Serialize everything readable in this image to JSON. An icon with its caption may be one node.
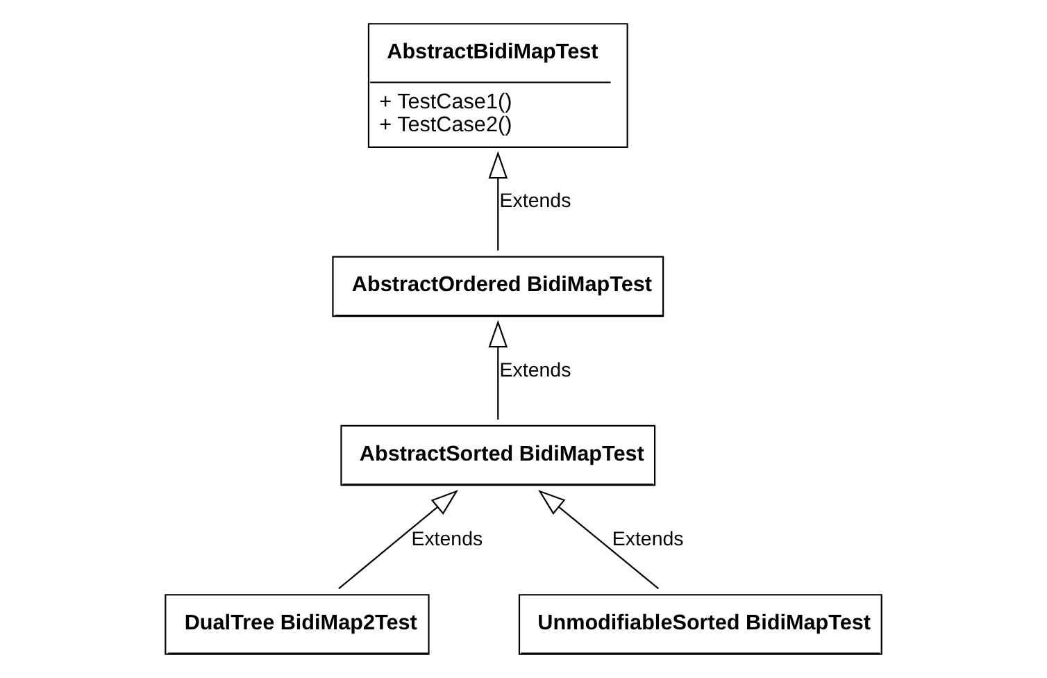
{
  "diagram": {
    "nodes": [
      {
        "text": [
          "AbstractBidiMapTest",
          "+ TestCase1()",
          "+ TestCase2()"
        ]
      },
      {
        "text": [
          "AbstractOrdered BidiMapTest"
        ]
      },
      {
        "text": [
          "DualTree BidiMap2Test"
        ]
      },
      {
        "text": [
          "AbstractSorted BidiMapTest"
        ]
      },
      {
        "text": [
          "UnmodifiableSorted BidiMapTest"
        ]
      }
    ],
    "edges": [
      {
        "from": 1,
        "to": 0,
        "arrow": "to",
        "label": "Extends"
      },
      {
        "from": 3,
        "to": 1,
        "arrow": "to",
        "label": "Extends"
      },
      {
        "from": 2,
        "to": 3,
        "arrow": "to",
        "label": "Extends"
      },
      {
        "from": 4,
        "to": 3,
        "arrow": "to",
        "label": "Extends"
      }
    ]
  }
}
